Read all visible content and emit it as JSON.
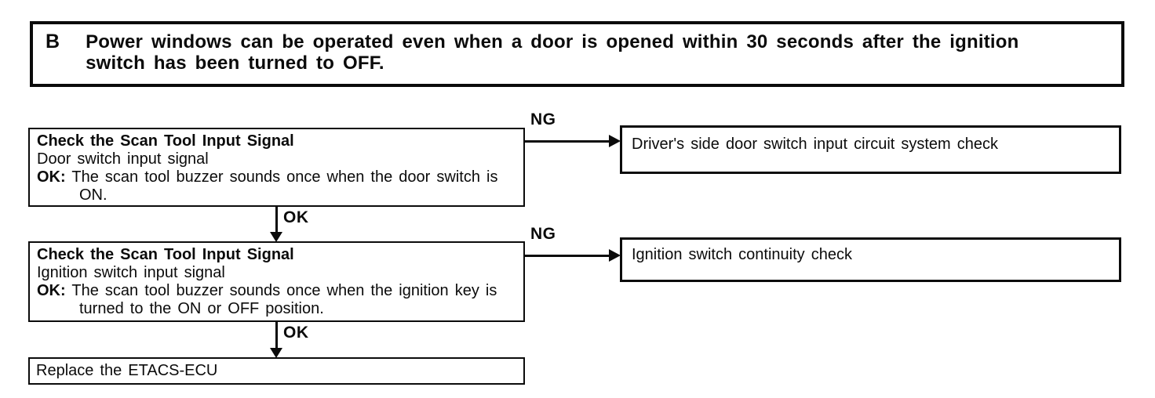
{
  "header": {
    "label": "B",
    "line1": "Power windows can be operated even when a door is opened within 30 seconds after the ignition",
    "line2": "switch has been turned to OFF."
  },
  "steps": [
    {
      "title": "Check the Scan Tool Input Signal",
      "subtitle": "Door switch input signal",
      "ok_prefix": "OK:",
      "ok_text": "The scan tool buzzer sounds once when the door switch is",
      "ok_text_cont": "ON.",
      "ng_label": "NG",
      "ng_result": "Driver's side door switch input circuit system check",
      "ok_label": "OK"
    },
    {
      "title": "Check the Scan Tool Input Signal",
      "subtitle": "Ignition switch input signal",
      "ok_prefix": "OK:",
      "ok_text": "The scan tool buzzer sounds once when the ignition key is",
      "ok_text_cont": "turned to the ON or OFF position.",
      "ng_label": "NG",
      "ng_result": "Ignition switch continuity check",
      "ok_label": "OK"
    }
  ],
  "final_step": {
    "text": "Replace the ETACS-ECU"
  }
}
